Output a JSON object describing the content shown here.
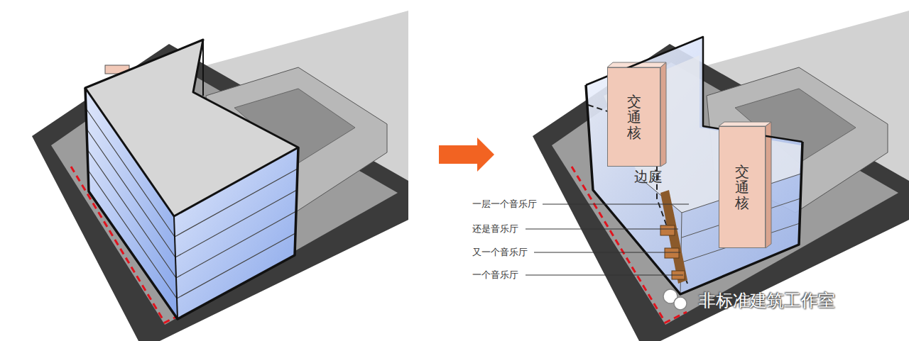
{
  "diagram": {
    "nodes": [
      {
        "text": [
          "交通核"
        ]
      },
      {
        "text": [
          "交通核"
        ]
      }
    ],
    "labels": [
      "边庭",
      "一层一个音乐厅",
      "还是音乐厅",
      "又一个音乐厅",
      "一个音乐厅",
      "非标准建筑工作室"
    ]
  }
}
